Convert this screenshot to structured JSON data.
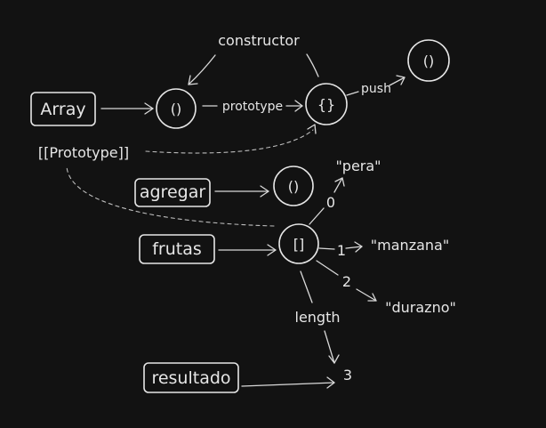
{
  "variables": {
    "array": "Array",
    "agregar": "agregar",
    "frutas": "frutas",
    "resultado": "resultado"
  },
  "nodes": {
    "array_fn": "()",
    "proto_obj": "{}",
    "push_fn": "()",
    "agregar_fn": "()",
    "frutas_arr": "[]"
  },
  "labels": {
    "constructor": "constructor",
    "prototype": "prototype",
    "push": "push",
    "proto_link": "[[Prototype]]",
    "length": "length",
    "idx0": "0",
    "idx1": "1",
    "idx2": "2"
  },
  "values": {
    "pera": "\"pera\"",
    "manzana": "\"manzana\"",
    "durazno": "\"durazno\"",
    "three": "3"
  }
}
